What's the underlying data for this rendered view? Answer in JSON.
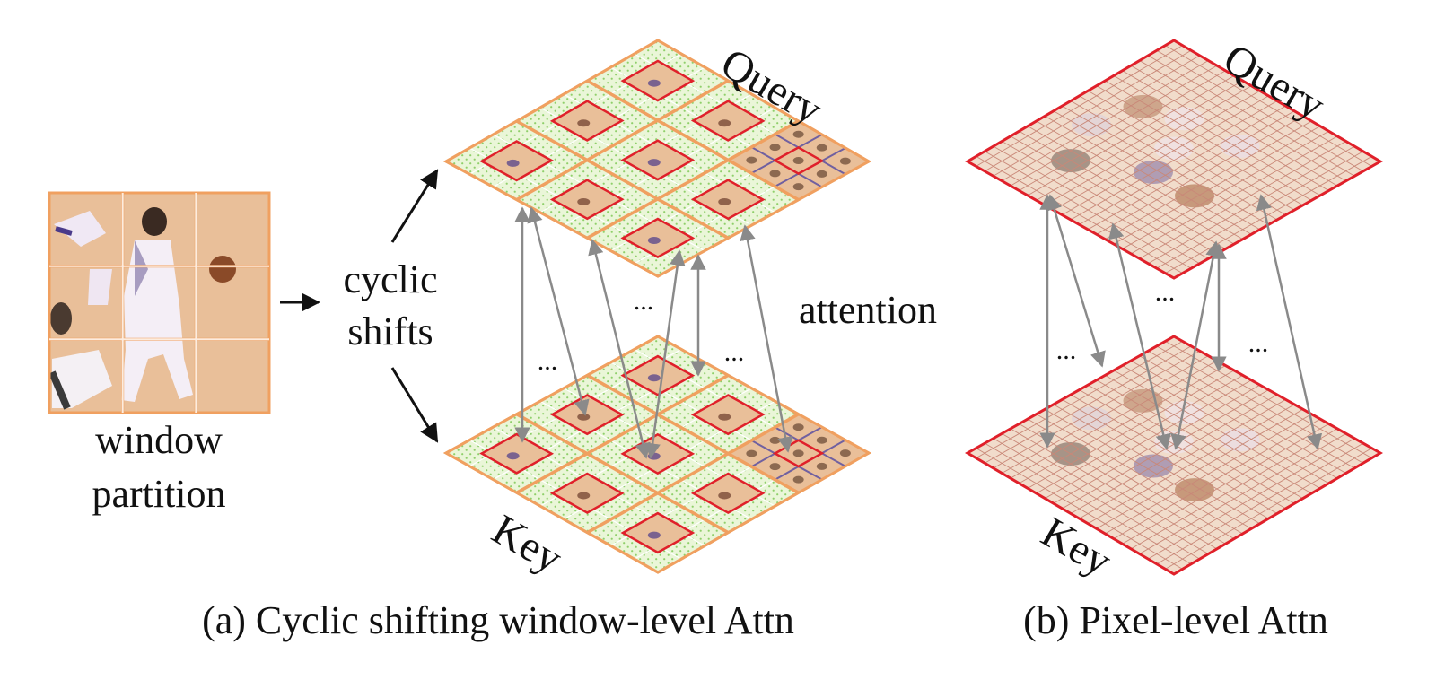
{
  "panel_a": {
    "partition_label_line1": "window",
    "partition_label_line2": "partition",
    "shift_label_line1": "cyclic",
    "shift_label_line2": "shifts",
    "query_label": "Query",
    "key_label": "Key",
    "attention_label": "attention",
    "ellipsis": "...",
    "caption": "(a) Cyclic shifting window-level Attn"
  },
  "panel_b": {
    "query_label": "Query",
    "key_label": "Key",
    "ellipsis": "...",
    "caption": "(b) Pixel-level Attn"
  },
  "colors": {
    "window_border": "#f0a060",
    "patch_border": "#e0202a",
    "skin": "#e9bf99",
    "grid_fill": "#eaf6d8",
    "grid_dots": "#8fcf6a",
    "pixel_grid": "#c98878",
    "arrow": "#8a8a8a"
  }
}
